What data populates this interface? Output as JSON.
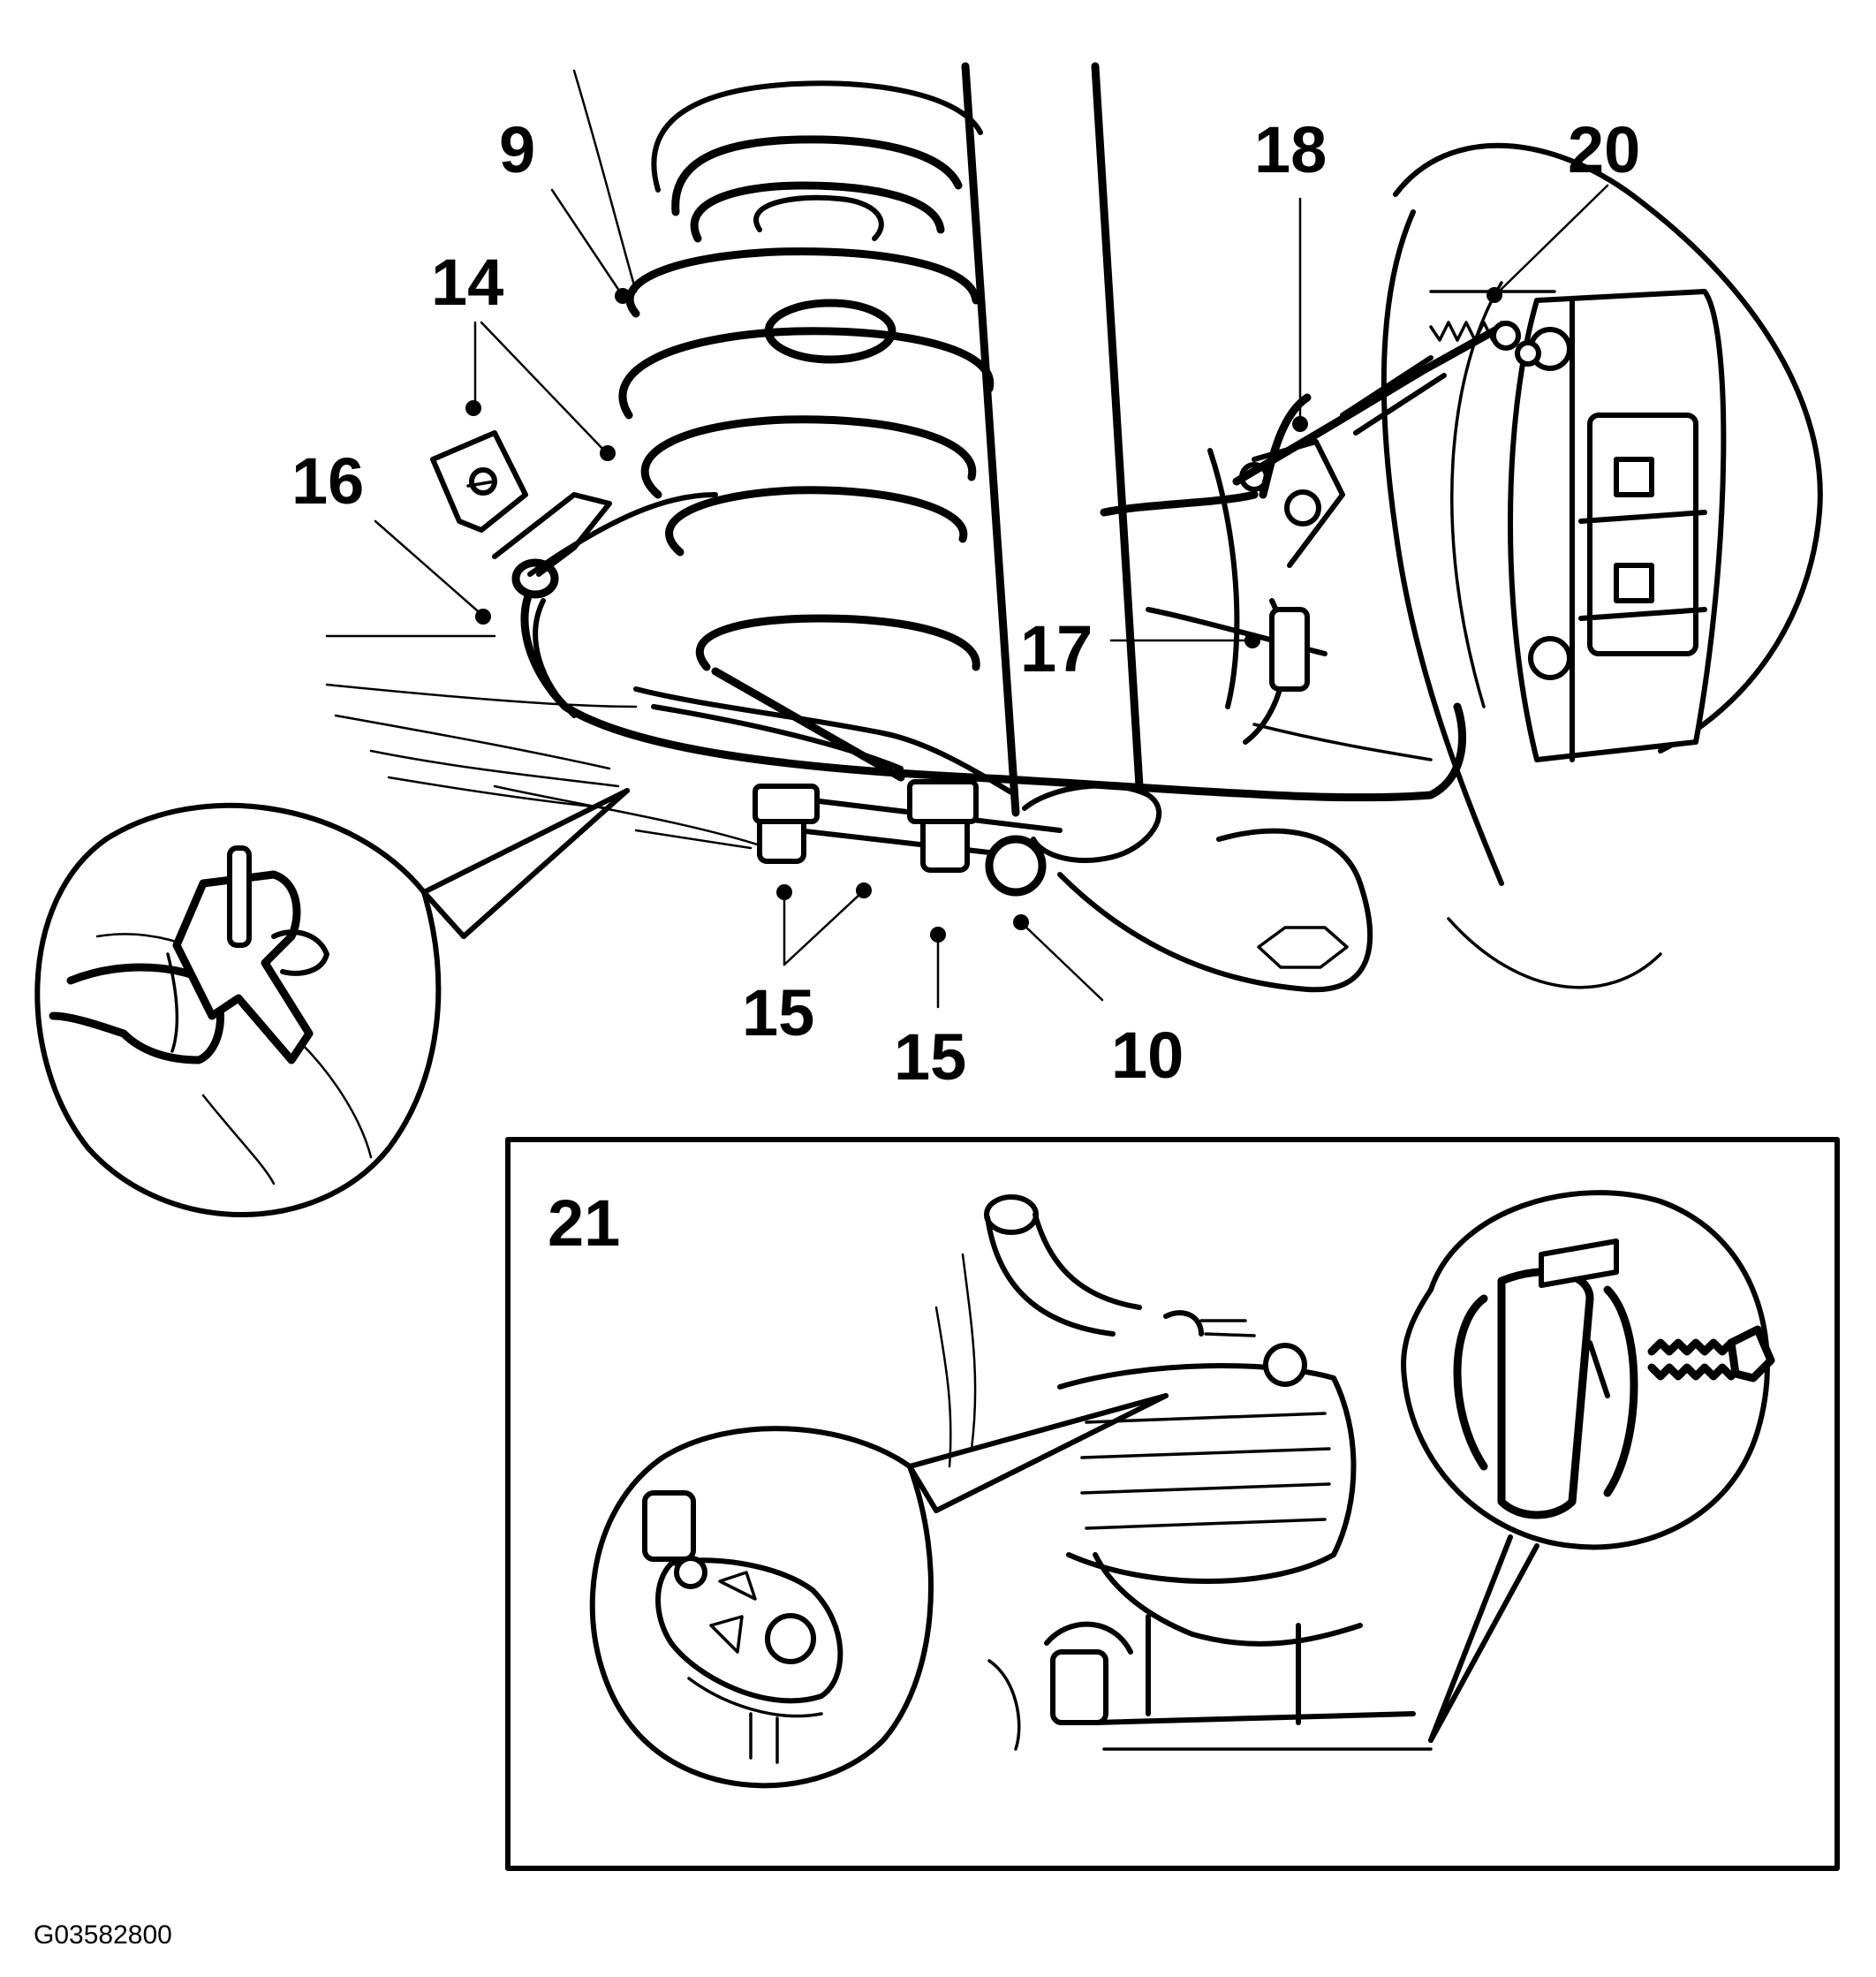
{
  "diagram": {
    "callouts": [
      {
        "id": "c9",
        "label": "9"
      },
      {
        "id": "c14",
        "label": "14"
      },
      {
        "id": "c16",
        "label": "16"
      },
      {
        "id": "c18",
        "label": "18"
      },
      {
        "id": "c20",
        "label": "20"
      },
      {
        "id": "c17",
        "label": "17"
      },
      {
        "id": "c15a",
        "label": "15"
      },
      {
        "id": "c15b",
        "label": "15"
      },
      {
        "id": "c10",
        "label": "10"
      },
      {
        "id": "c21",
        "label": "21"
      }
    ],
    "figure_code": "G03582800"
  }
}
